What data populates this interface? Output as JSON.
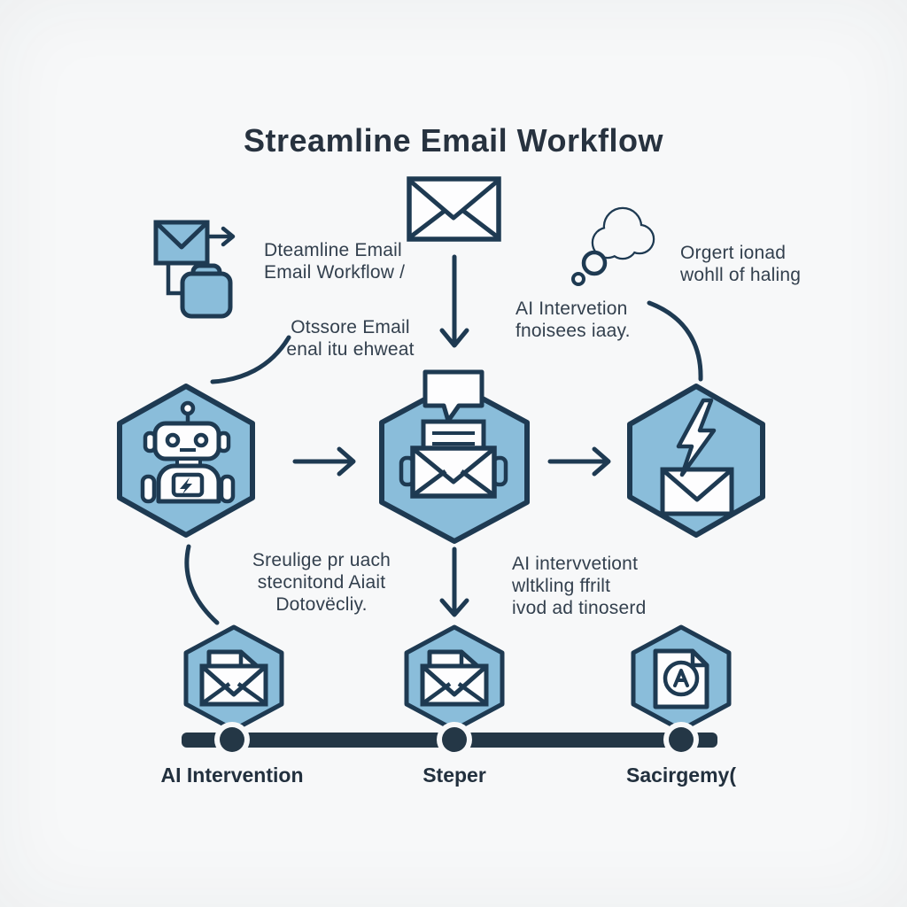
{
  "title": "Streamline Email Workflow",
  "colors": {
    "background": "#f7f8f9",
    "hexagon_fill": "#8abdda",
    "outline": "#1e3a52",
    "icon_fill": "#fdfdfe",
    "text": "#33404e",
    "timeline_bar": "#243746"
  },
  "annotations": {
    "source_note": {
      "lines": [
        "Dteamline Email",
        "Email Workflow /"
      ]
    },
    "left_curve_note": {
      "lines": [
        "Otssore Email",
        "enal itu ehweat"
      ]
    },
    "thought_note": {
      "lines": [
        "Orgert ionad",
        "wohll of haling"
      ]
    },
    "right_curve_note": {
      "lines": [
        "AI Intervetion",
        "fnoisees iaay."
      ]
    },
    "lower_left_note": {
      "lines": [
        "Sreulige pr uach",
        "stecnitond Aiait",
        "Dotovëcliy."
      ]
    },
    "lower_right_note": {
      "lines": [
        "AI intervvetiont",
        "wltkling ffrilt",
        "ivod ad tinoserd"
      ]
    }
  },
  "timeline": {
    "labels": [
      "AI Intervention",
      "Steper",
      "Sacirgemy("
    ]
  },
  "icons": {
    "top_left": [
      "envelope-icon",
      "archive-box-icon",
      "arrow-right-icon"
    ],
    "top_center": "envelope-icon",
    "thought": "thought-bubble-icon",
    "hex_left": "robot-icon",
    "hex_center": "email-compose-speech-icon",
    "hex_right": "lightning-email-icon",
    "hex_bottom_left": "email-document-icon",
    "hex_bottom_center": "email-document-icon",
    "hex_bottom_right": "document-badge-icon"
  }
}
